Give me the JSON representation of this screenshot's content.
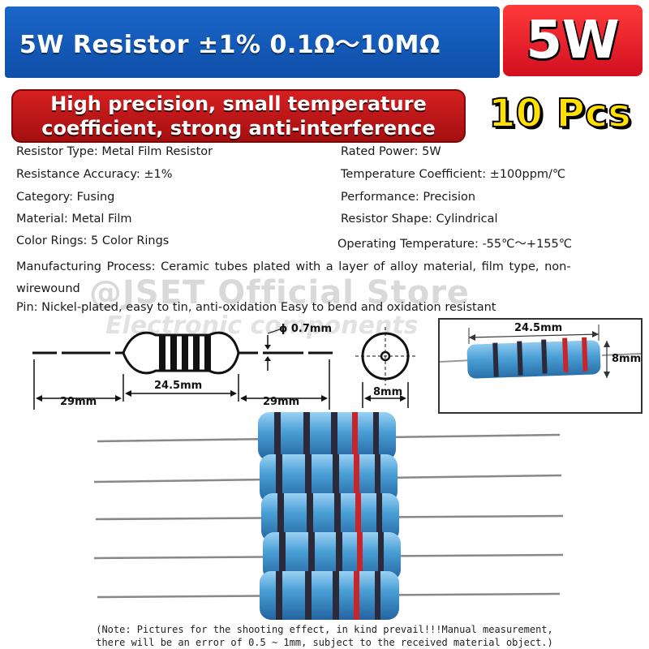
{
  "header": {
    "title": "5W Resistor ±1% 0.1Ω～10MΩ",
    "badge": "5W",
    "subtitle_line1": "High precision, small temperature",
    "subtitle_line2": "coefficient, strong anti-interference",
    "quantity": "10 Pcs"
  },
  "specs": {
    "resistor_type": "Resistor Type: Metal Film Resistor",
    "rated_power": "Rated Power: 5W",
    "accuracy": "Resistance Accuracy: ±1%",
    "temp_coeff": "Temperature Coefficient: ±100ppm/℃",
    "category": "Category: Fusing",
    "performance": "Performance: Precision",
    "material": "Material: Metal Film",
    "shape": "Resistor Shape: Cylindrical",
    "color_rings": "Color Rings: 5 Color Rings",
    "operating_temp": "Operating Temperature: -55℃～+155℃",
    "process": "Manufacturing Process: Ceramic tubes plated with a layer of alloy material, film type, non-wirewound",
    "pin": "Pin: Nickel-plated, easy to tin, anti-oxidation Easy to bend and oxidation resistant"
  },
  "watermark": {
    "line1": "@JSET Official Store",
    "line2": "Electronic components"
  },
  "diagram": {
    "lead_diameter": "ϕ 0.7mm",
    "body_length": "24.5mm",
    "lead_left": "29mm",
    "lead_right": "29mm",
    "body_diameter": "8mm"
  },
  "photo": {
    "length": "24.5mm",
    "diameter": "8mm"
  },
  "note": {
    "line1": "(Note: Pictures for the shooting effect, in kind prevail!!!Manual measurement,",
    "line2": "there will be an error of 0.5 ~ 1mm, subject to the received material object.)"
  },
  "colors": {
    "title_blue": "#1559b8",
    "badge_red": "#e01b26",
    "subtitle_red": "#c41617",
    "pcs_yellow": "#ffe000",
    "resistor_blue": "#4a9fd6",
    "band_dark": "#2a2a3a",
    "band_red": "#c8252b"
  }
}
